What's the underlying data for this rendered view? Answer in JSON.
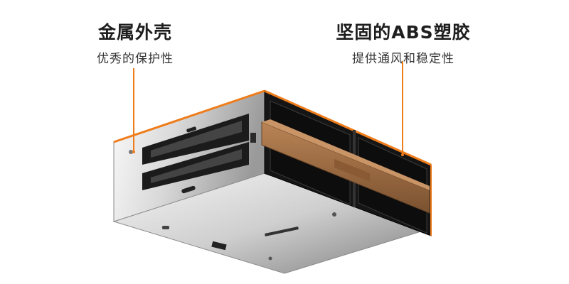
{
  "callouts": {
    "left": {
      "title": "金属外壳",
      "subtitle": "优秀的保护性"
    },
    "right": {
      "title": "坚固的ABS塑胶",
      "subtitle": "提供通风和稳定性"
    }
  },
  "colors": {
    "accent": "#ef7c1a",
    "metal_light": "#f2f2f2",
    "metal_dark": "#8f8f8f",
    "plastic": "#a8744a",
    "frame_dark": "#1a1a1a"
  }
}
